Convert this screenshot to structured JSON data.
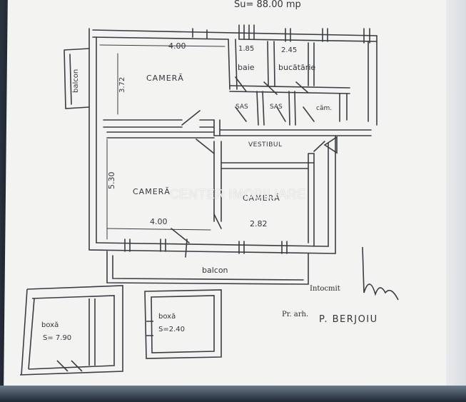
{
  "header": {
    "area_text": "Su= 88.00 mp"
  },
  "rooms": {
    "living": {
      "label": "CAMERĂ",
      "dim_width": "4.00",
      "dim_height": "3.72"
    },
    "bath": {
      "label": "baie",
      "dim": "1.85"
    },
    "kitchen": {
      "label": "bucătărie",
      "dim": "2.45"
    },
    "sas1": {
      "label": "SAS"
    },
    "sas2": {
      "label": "SAS"
    },
    "pantry": {
      "label": "căm."
    },
    "hall": {
      "label": "VESTIBUL"
    },
    "bedroom1": {
      "label": "CAMERĂ",
      "dim_width": "4.00",
      "dim_height": "5.30"
    },
    "bedroom2": {
      "label": "CAMERĂ",
      "dim_width": "2.82"
    },
    "balcony_top": {
      "label": "balcon"
    },
    "balcony_bottom": {
      "label": "balcon"
    }
  },
  "storage": {
    "box1": {
      "label": "boxă",
      "area": "S= 7.90"
    },
    "box2": {
      "label": "boxă",
      "area": "S=2.40"
    }
  },
  "signature": {
    "prepared": "Intocmit",
    "title": "Pr. arh.",
    "name": "P. BERJOIU"
  },
  "watermark": "CENTER IMOBILIARE"
}
